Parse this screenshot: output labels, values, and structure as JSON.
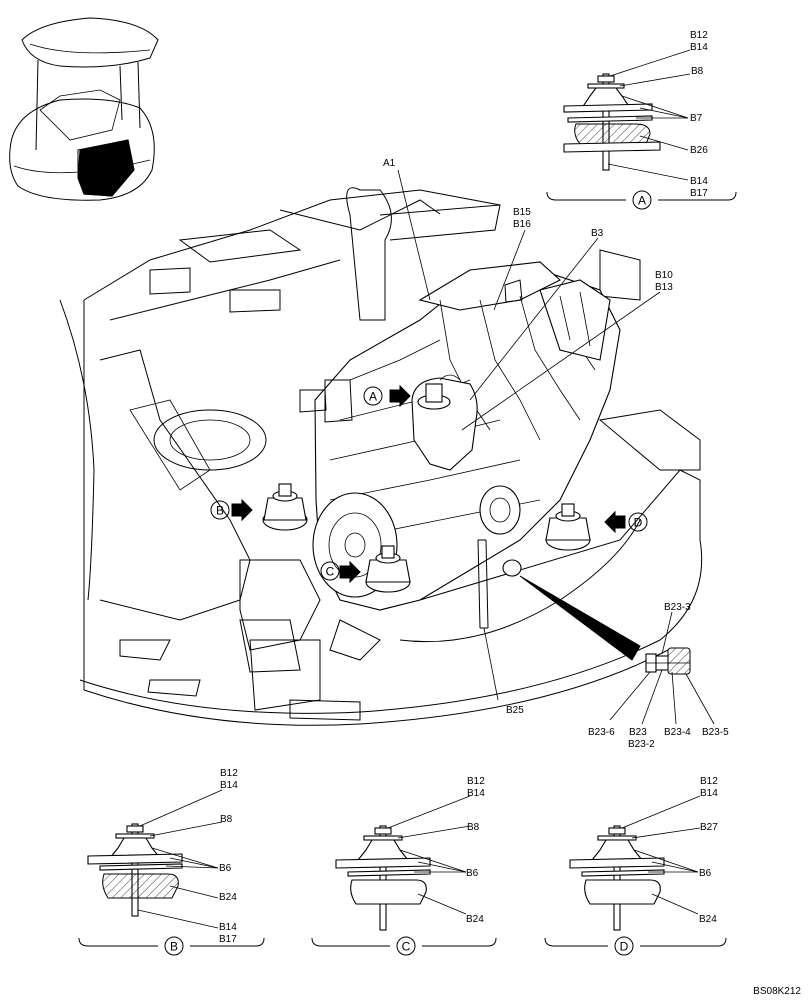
{
  "labels": {
    "a1": "A1",
    "b3": "B3",
    "b10": "B10",
    "b13": "B13",
    "b15": "B15",
    "b16": "B16",
    "b25": "B25",
    "b23_3": "B23-3",
    "b23_6": "B23-6",
    "b23": "B23",
    "b23_2": "B23-2",
    "b23_4": "B23-4",
    "b23_5": "B23-5",
    "arrow_a": "A",
    "arrow_b": "B",
    "arrow_c": "C",
    "arrow_d": "D"
  },
  "details": {
    "a": {
      "circle": "A",
      "top1": "B12",
      "top2": "B14",
      "washer": "B8",
      "plates": "B7",
      "mount": "B26",
      "bot1": "B14",
      "bot2": "B17"
    },
    "b": {
      "circle": "B",
      "top1": "B12",
      "top2": "B14",
      "washer": "B8",
      "plates": "B6",
      "mount": "B24",
      "bot1": "B14",
      "bot2": "B17"
    },
    "c": {
      "circle": "C",
      "top1": "B12",
      "top2": "B14",
      "washer": "B8",
      "plates": "B6",
      "mount": "B24"
    },
    "d": {
      "circle": "D",
      "top1": "B12",
      "top2": "B14",
      "washer": "B27",
      "plates": "B6",
      "mount": "B24"
    }
  },
  "figure_code": "BS08K212"
}
